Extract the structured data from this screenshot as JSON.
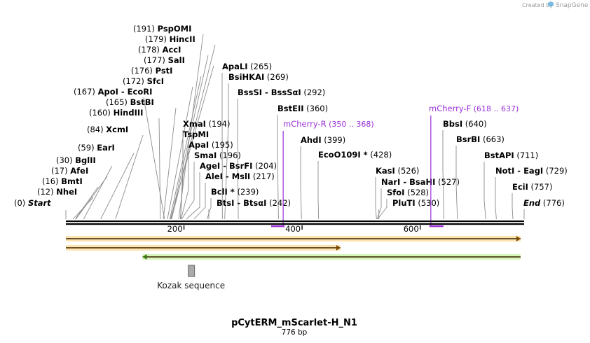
{
  "credit": {
    "prefix": "Created by",
    "brand": "SnapGene"
  },
  "title": "pCytERM_mScarlet-H_N1",
  "length_label": "776 bp",
  "ruler": {
    "total": 776,
    "ticks": [
      "200",
      "400",
      "600"
    ]
  },
  "colors": {
    "primer": "#9b30d9",
    "feature_orange": "#f0a030",
    "feature_green": "#8dd35f",
    "kozak": "#aaaaaa"
  },
  "sites": [
    {
      "name": "Start",
      "pos": "(0)",
      "cut": 0,
      "side": "left",
      "italic": true
    },
    {
      "name": "NheI",
      "pos": "(12)",
      "cut": 12,
      "side": "left"
    },
    {
      "name": "BmtI",
      "pos": "(16)",
      "cut": 16,
      "side": "left"
    },
    {
      "name": "AfeI",
      "pos": "(17)",
      "cut": 17,
      "side": "left"
    },
    {
      "name": "BglII",
      "pos": "(30)",
      "cut": 30,
      "side": "left"
    },
    {
      "name": "EarI",
      "pos": "(59)",
      "cut": 59,
      "side": "left"
    },
    {
      "name": "XcmI",
      "pos": "(84)",
      "cut": 84,
      "side": "left"
    },
    {
      "name": "HindIII",
      "pos": "(160)",
      "cut": 160,
      "side": "left"
    },
    {
      "name": "BstBI",
      "pos": "(165)",
      "cut": 165,
      "side": "left"
    },
    {
      "name": "ApoI - EcoRI",
      "pos": "(167)",
      "cut": 167,
      "side": "left"
    },
    {
      "name": "SfcI",
      "pos": "(172)",
      "cut": 172,
      "side": "left"
    },
    {
      "name": "PstI",
      "pos": "(176)",
      "cut": 176,
      "side": "left"
    },
    {
      "name": "SalI",
      "pos": "(177)",
      "cut": 177,
      "side": "left"
    },
    {
      "name": "AccI",
      "pos": "(178)",
      "cut": 178,
      "side": "left"
    },
    {
      "name": "HincII",
      "pos": "(179)",
      "cut": 179,
      "side": "left"
    },
    {
      "name": "PspOMI",
      "pos": "(191)",
      "cut": 191,
      "side": "left"
    },
    {
      "name": "XmaI",
      "pos": "(194)",
      "cut": 194,
      "side": "right"
    },
    {
      "name": "TspMI",
      "pos": "",
      "cut": 194,
      "side": "right"
    },
    {
      "name": "ApaI",
      "pos": "(195)",
      "cut": 195,
      "side": "right"
    },
    {
      "name": "SmaI",
      "pos": "(196)",
      "cut": 196,
      "side": "right"
    },
    {
      "name": "AgeI - BsrFI",
      "pos": "(204)",
      "cut": 204,
      "side": "right"
    },
    {
      "name": "AleI - MslI",
      "pos": "(217)",
      "cut": 217,
      "side": "right"
    },
    {
      "name": "BclI *",
      "pos": "(239)",
      "cut": 239,
      "side": "right"
    },
    {
      "name": "BtsI - BtsαI",
      "pos": "(242)",
      "cut": 242,
      "side": "right"
    },
    {
      "name": "ApaLI",
      "pos": "(265)",
      "cut": 265,
      "side": "right"
    },
    {
      "name": "BsiHKAI",
      "pos": "(269)",
      "cut": 269,
      "side": "right"
    },
    {
      "name": "BssSI - BssSαI",
      "pos": "(292)",
      "cut": 292,
      "side": "right"
    },
    {
      "name": "BstEII",
      "pos": "(360)",
      "cut": 360,
      "side": "right"
    },
    {
      "name": "AhdI",
      "pos": "(399)",
      "cut": 399,
      "side": "right"
    },
    {
      "name": "EcoO109I *",
      "pos": "(428)",
      "cut": 428,
      "side": "right"
    },
    {
      "name": "KasI",
      "pos": "(526)",
      "cut": 526,
      "side": "right"
    },
    {
      "name": "NarI - BsaHI",
      "pos": "(527)",
      "cut": 527,
      "side": "right"
    },
    {
      "name": "SfoI",
      "pos": "(528)",
      "cut": 528,
      "side": "right"
    },
    {
      "name": "PluTI",
      "pos": "(530)",
      "cut": 530,
      "side": "right"
    },
    {
      "name": "BbsI",
      "pos": "(640)",
      "cut": 640,
      "side": "right"
    },
    {
      "name": "BsrBI",
      "pos": "(663)",
      "cut": 663,
      "side": "right"
    },
    {
      "name": "BstAPI",
      "pos": "(711)",
      "cut": 711,
      "side": "right"
    },
    {
      "name": "NotI - EagI",
      "pos": "(729)",
      "cut": 729,
      "side": "right"
    },
    {
      "name": "EciI",
      "pos": "(757)",
      "cut": 757,
      "side": "right"
    },
    {
      "name": "End",
      "pos": "(776)",
      "cut": 776,
      "side": "right",
      "italic": true
    }
  ],
  "primers": [
    {
      "name": "mCherry-R",
      "range": "(350 .. 368)",
      "start": 350,
      "end": 368,
      "dir": "reverse"
    },
    {
      "name": "mCherry-F",
      "range": "(618 .. 637)",
      "start": 618,
      "end": 637,
      "dir": "forward"
    }
  ],
  "features": [
    {
      "name": "",
      "start": 0,
      "end": 770,
      "dir": "forward",
      "color": "#f0a030"
    },
    {
      "name": "",
      "start": 0,
      "end": 465,
      "dir": "forward",
      "color": "#f0a030"
    },
    {
      "name": "",
      "start": 130,
      "end": 770,
      "dir": "reverse",
      "color": "#8dd35f"
    }
  ],
  "kozak": {
    "label": "Kozak sequence",
    "pos": 212
  }
}
